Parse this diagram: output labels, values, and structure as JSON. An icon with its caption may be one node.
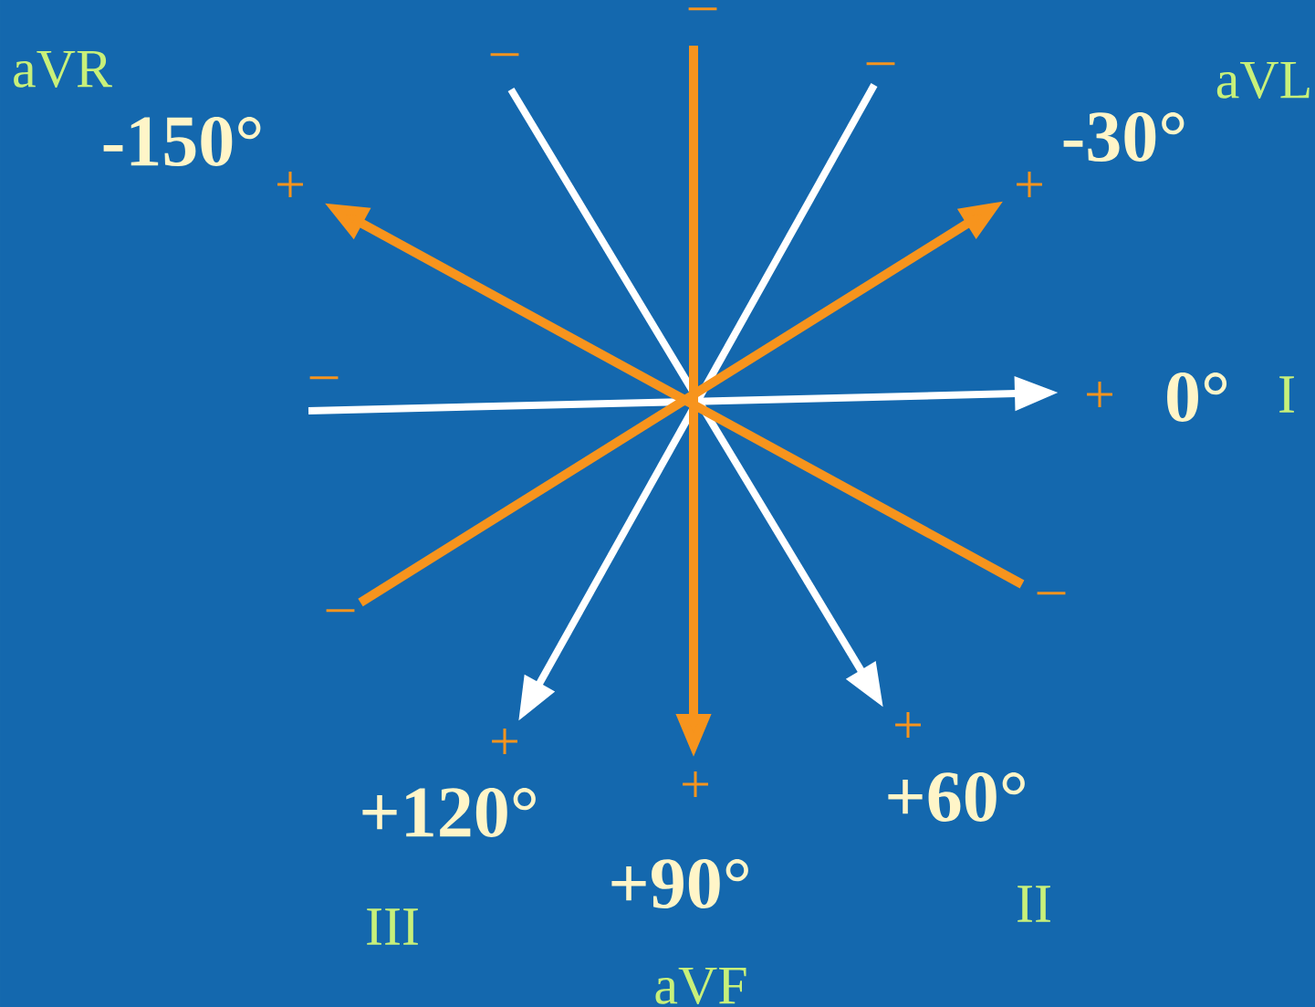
{
  "diagram": {
    "labels": [
      "–",
      "aVR",
      "–",
      "–",
      "aVL",
      "-150°",
      "-30°",
      "+",
      "+",
      "–",
      "+",
      "0°",
      "I",
      "–",
      "–",
      "+",
      "+",
      "+",
      "+120°",
      "+60°",
      "+90°",
      "II",
      "III",
      "aVF"
    ]
  }
}
